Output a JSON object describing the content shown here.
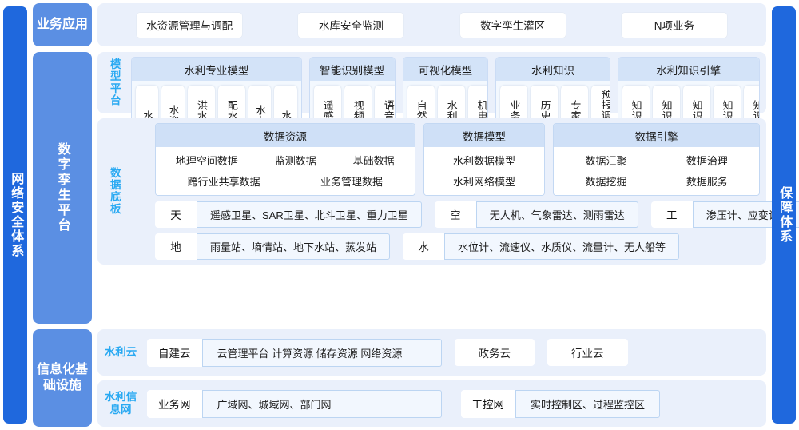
{
  "pillars": {
    "left": "网络安全体系",
    "right": "保障体系"
  },
  "bands": {
    "business": {
      "label": "业务应用",
      "apps": [
        "水资源管理与调配",
        "水库安全监测",
        "数字孪生灌区",
        "N项业务"
      ]
    },
    "twin": {
      "label": "数字孪生平台",
      "model_platform": {
        "label": "模型平台",
        "groups": [
          {
            "title": "水利专业模型",
            "items": [
              "水文",
              "水资源",
              "洪水预报",
              "配水调度",
              "水力学",
              "水利"
            ]
          },
          {
            "title": "智能识别模型",
            "items": [
              "遥感识别",
              "视频识别",
              "语音识别"
            ]
          },
          {
            "title": "可视化模型",
            "items": [
              "自然背景",
              "水利工程",
              "机电设备"
            ]
          },
          {
            "title": "水利知识",
            "items": [
              "业务规则",
              "历史场景",
              "专家经验",
              "预报调度方案"
            ]
          },
          {
            "title": "水利知识引擎",
            "items": [
              "知识标识",
              "知识抽取",
              "知识融合",
              "知识推理",
              "知识储存"
            ]
          }
        ]
      },
      "data_base": {
        "label": "数据底板",
        "groups": [
          {
            "title": "数据资源",
            "rows": [
              [
                "地理空间数据",
                "监测数据",
                "基础数据"
              ],
              [
                "跨行业共享数据",
                "业务管理数据"
              ]
            ]
          },
          {
            "title": "数据模型",
            "rows": [
              [
                "水利数据模型"
              ],
              [
                "水利网络模型"
              ]
            ]
          },
          {
            "title": "数据引擎",
            "rows": [
              [
                "数据汇聚",
                "数据治理"
              ],
              [
                "数据挖掘",
                "数据服务"
              ]
            ]
          }
        ],
        "sources": [
          [
            {
              "key": "天",
              "value": "遥感卫星、SAR卫星、北斗卫星、重力卫星"
            },
            {
              "key": "空",
              "value": "无人机、气象雷达、测雨雷达"
            },
            {
              "key": "工",
              "value": "渗压计、应变计等"
            }
          ],
          [
            {
              "key": "地",
              "value": "雨量站、墒情站、地下水站、蒸发站"
            },
            {
              "key": "水",
              "value": "水位计、流速仪、水质仪、流量计、无人船等"
            }
          ]
        ]
      }
    },
    "infrastructure": {
      "label": "信息化基础设施",
      "rows": [
        {
          "label": "水利云",
          "key": "自建云",
          "value": "云管理平台 计算资源 储存资源 网络资源",
          "chips": [
            "政务云",
            "行业云"
          ]
        },
        {
          "label": "水利信息网",
          "key": "业务网",
          "value": "广域网、城域网、部门网",
          "extra_key": "工控网",
          "extra_value": "实时控制区、过程监控区"
        }
      ]
    }
  },
  "colors": {
    "pillar": "#1f68dd",
    "band_label": "#5b8fe3",
    "band_bg": "#eaf0fb",
    "group_head": "#d3e3f8",
    "sub_label_text": "#29a9f2",
    "card_border": "#bcd5f2"
  }
}
